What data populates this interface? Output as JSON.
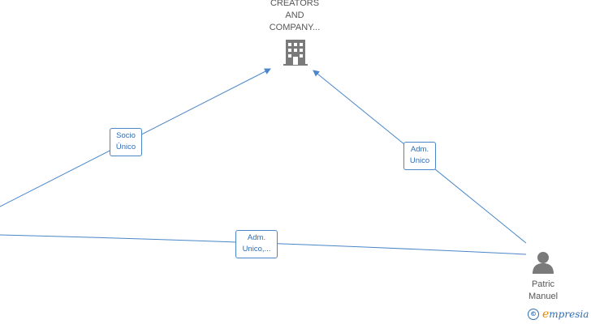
{
  "nodes": {
    "company": {
      "line1": "CREATORS",
      "line2": "AND",
      "line3": "COMPANY...",
      "icon": "building-icon"
    },
    "person": {
      "line1": "Patric",
      "line2": "Manuel",
      "icon": "person-icon"
    }
  },
  "edges": {
    "socio": {
      "line1": "Socio",
      "line2": "Único"
    },
    "adm_company": {
      "line1": "Adm.",
      "line2": "Unico"
    },
    "adm_bottom": {
      "line1": "Adm.",
      "line2": "Unico,..."
    }
  },
  "brand": {
    "symbol": "©",
    "first_letter": "e",
    "rest": "mpresia"
  },
  "colors": {
    "edge": "#4a86c8",
    "icon": "#7a7a7a"
  }
}
